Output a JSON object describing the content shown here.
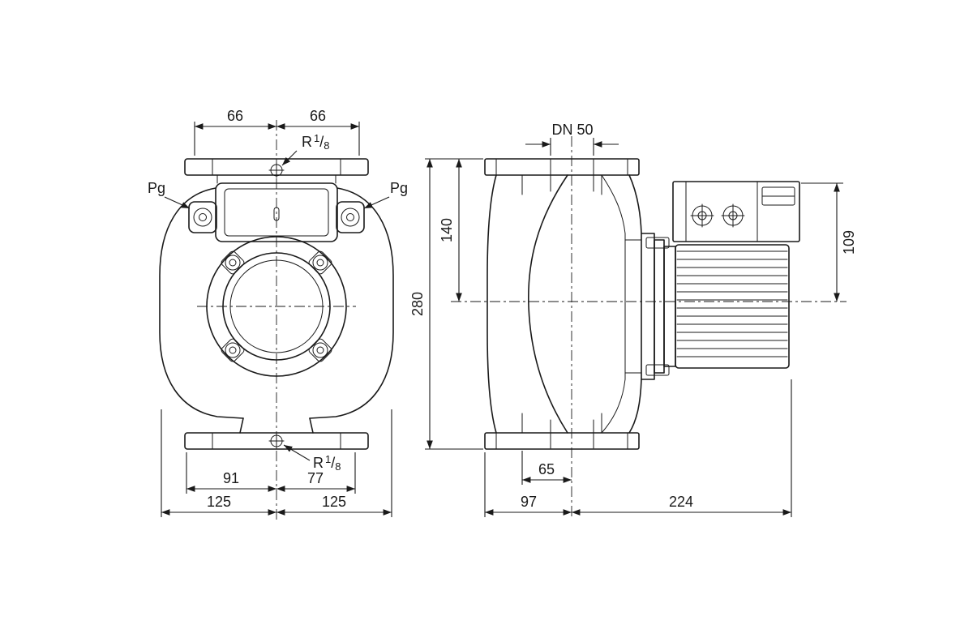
{
  "drawing": {
    "bg_color": "#ffffff",
    "line_color": "#1a1a1a",
    "dims": {
      "top_left_66": "66",
      "top_right_66": "66",
      "pg_left": "Pg",
      "pg_right": "Pg",
      "bottom_91": "91",
      "bottom_77": "77",
      "bottom_125_left": "125",
      "bottom_125_right": "125",
      "dn": "DN 50",
      "h140": "140",
      "h280": "280",
      "h109": "109",
      "b65": "65",
      "b97": "97",
      "b224": "224",
      "thread": {
        "prefix": "R",
        "numerator": "1",
        "slash": "/",
        "denominator": "8"
      }
    }
  }
}
